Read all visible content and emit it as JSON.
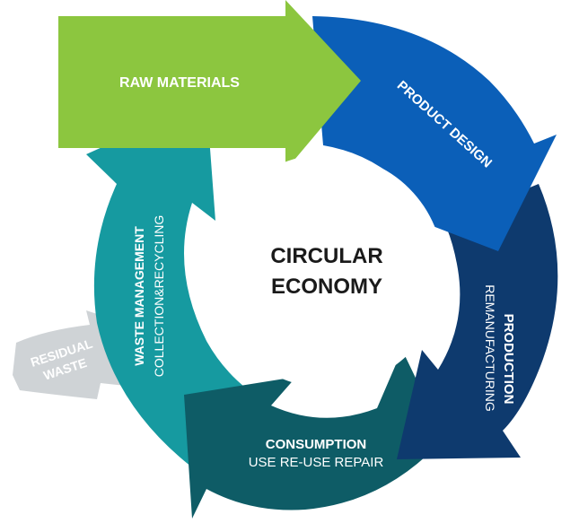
{
  "center": {
    "line1": "CIRCULAR",
    "line2": "ECONOMY"
  },
  "stages": {
    "raw_materials": {
      "title": "RAW MATERIALS"
    },
    "product_design": {
      "title": "PRODUCT DESIGN"
    },
    "production": {
      "title": "PRODUCTION",
      "subtitle": "REMANUFACTURING"
    },
    "consumption": {
      "title": "CONSUMPTION",
      "subtitle": "USE RE-USE REPAIR"
    },
    "waste_management": {
      "title": "WASTE MANAGEMENT",
      "subtitle": "COLLECTION&RECYCLING"
    }
  },
  "residual": {
    "line1": "RESIDUAL",
    "line2": "WASTE"
  },
  "colors": {
    "raw_materials": "#8cc63f",
    "product_design": "#0b5fb8",
    "production": "#0e3a6e",
    "consumption": "#0e5c66",
    "waste_management": "#169aa0",
    "residual": "#cfd3d6",
    "center_text": "#1a1a1a"
  }
}
